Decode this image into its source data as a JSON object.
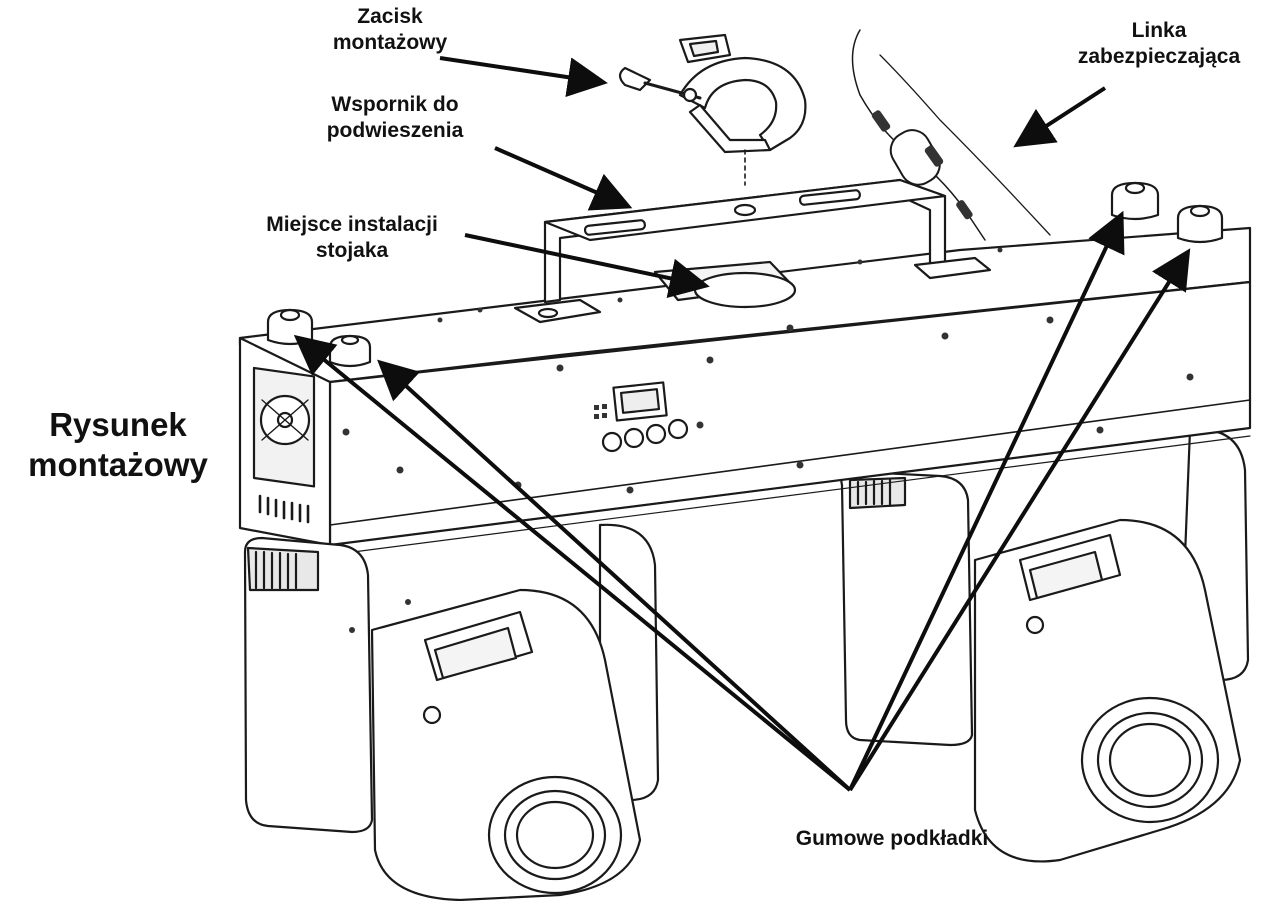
{
  "labels": {
    "clamp": [
      "Zacisk",
      "montażowy"
    ],
    "bracket": [
      "Wspornik do",
      "podwieszenia"
    ],
    "stand_spot": [
      "Miejsce instalacji",
      "stojaka"
    ],
    "safety_cable": [
      "Linka",
      "zabezpieczająca"
    ],
    "figure_title": [
      "Rysunek",
      "montażowy"
    ],
    "rubber_feet": [
      "Gumowe podkładki"
    ]
  },
  "colors": {
    "line": "#1a1a1a",
    "arrow": "#0d0d0d",
    "background": "#ffffff"
  }
}
